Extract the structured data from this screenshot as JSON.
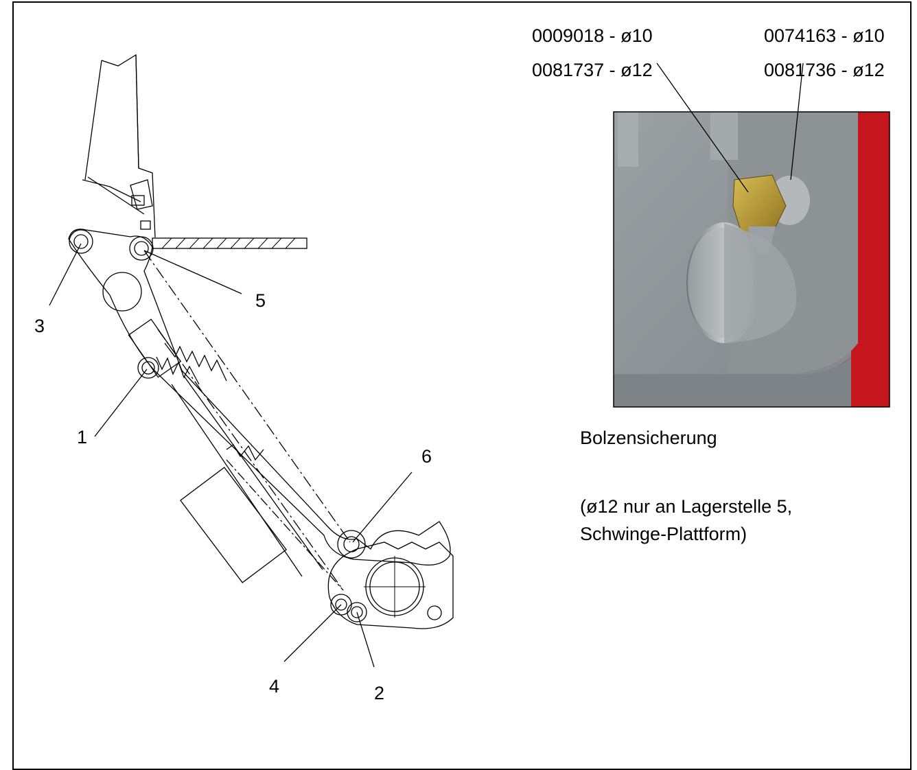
{
  "part_numbers": {
    "left_top": "0009018 - ø10",
    "left_bottom": "0081737 - ø12",
    "right_top": "0074163 - ø10",
    "right_bottom": "0081736 - ø12"
  },
  "callouts": [
    "1",
    "2",
    "3",
    "4",
    "5",
    "6"
  ],
  "caption": {
    "title": "Bolzensicherung",
    "note_line1": "(ø12 nur an Lagerstelle 5,",
    "note_line2": "Schwinge-Plattform)"
  },
  "colors": {
    "photo_metal": "#8f9497",
    "photo_bolt": "#b8982e",
    "photo_red": "#c4161c"
  }
}
